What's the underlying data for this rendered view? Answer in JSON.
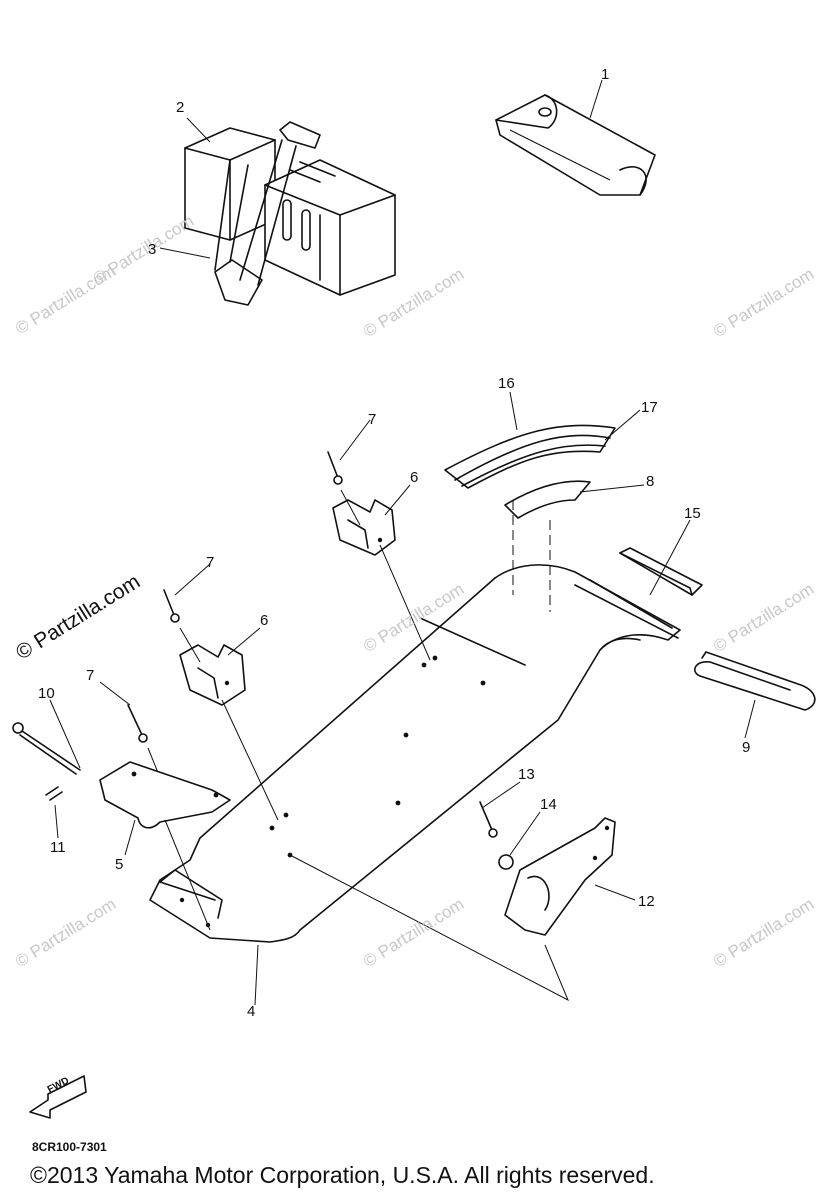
{
  "watermark": {
    "text": "© Partzilla.com",
    "primary_text": "© Partzilla.com"
  },
  "callouts": [
    "1",
    "2",
    "3",
    "4",
    "5",
    "6",
    "6",
    "7",
    "7",
    "7",
    "8",
    "9",
    "10",
    "11",
    "12",
    "13",
    "14",
    "15",
    "16",
    "17"
  ],
  "diagram_code": "8CR100-7301",
  "copyright": "©2013 Yamaha Motor Corporation, U.S.A. All rights reserved.",
  "fwd_label": "FWD",
  "colors": {
    "ink": "#111111",
    "watermark": "#c8c8c8",
    "background": "#ffffff"
  }
}
